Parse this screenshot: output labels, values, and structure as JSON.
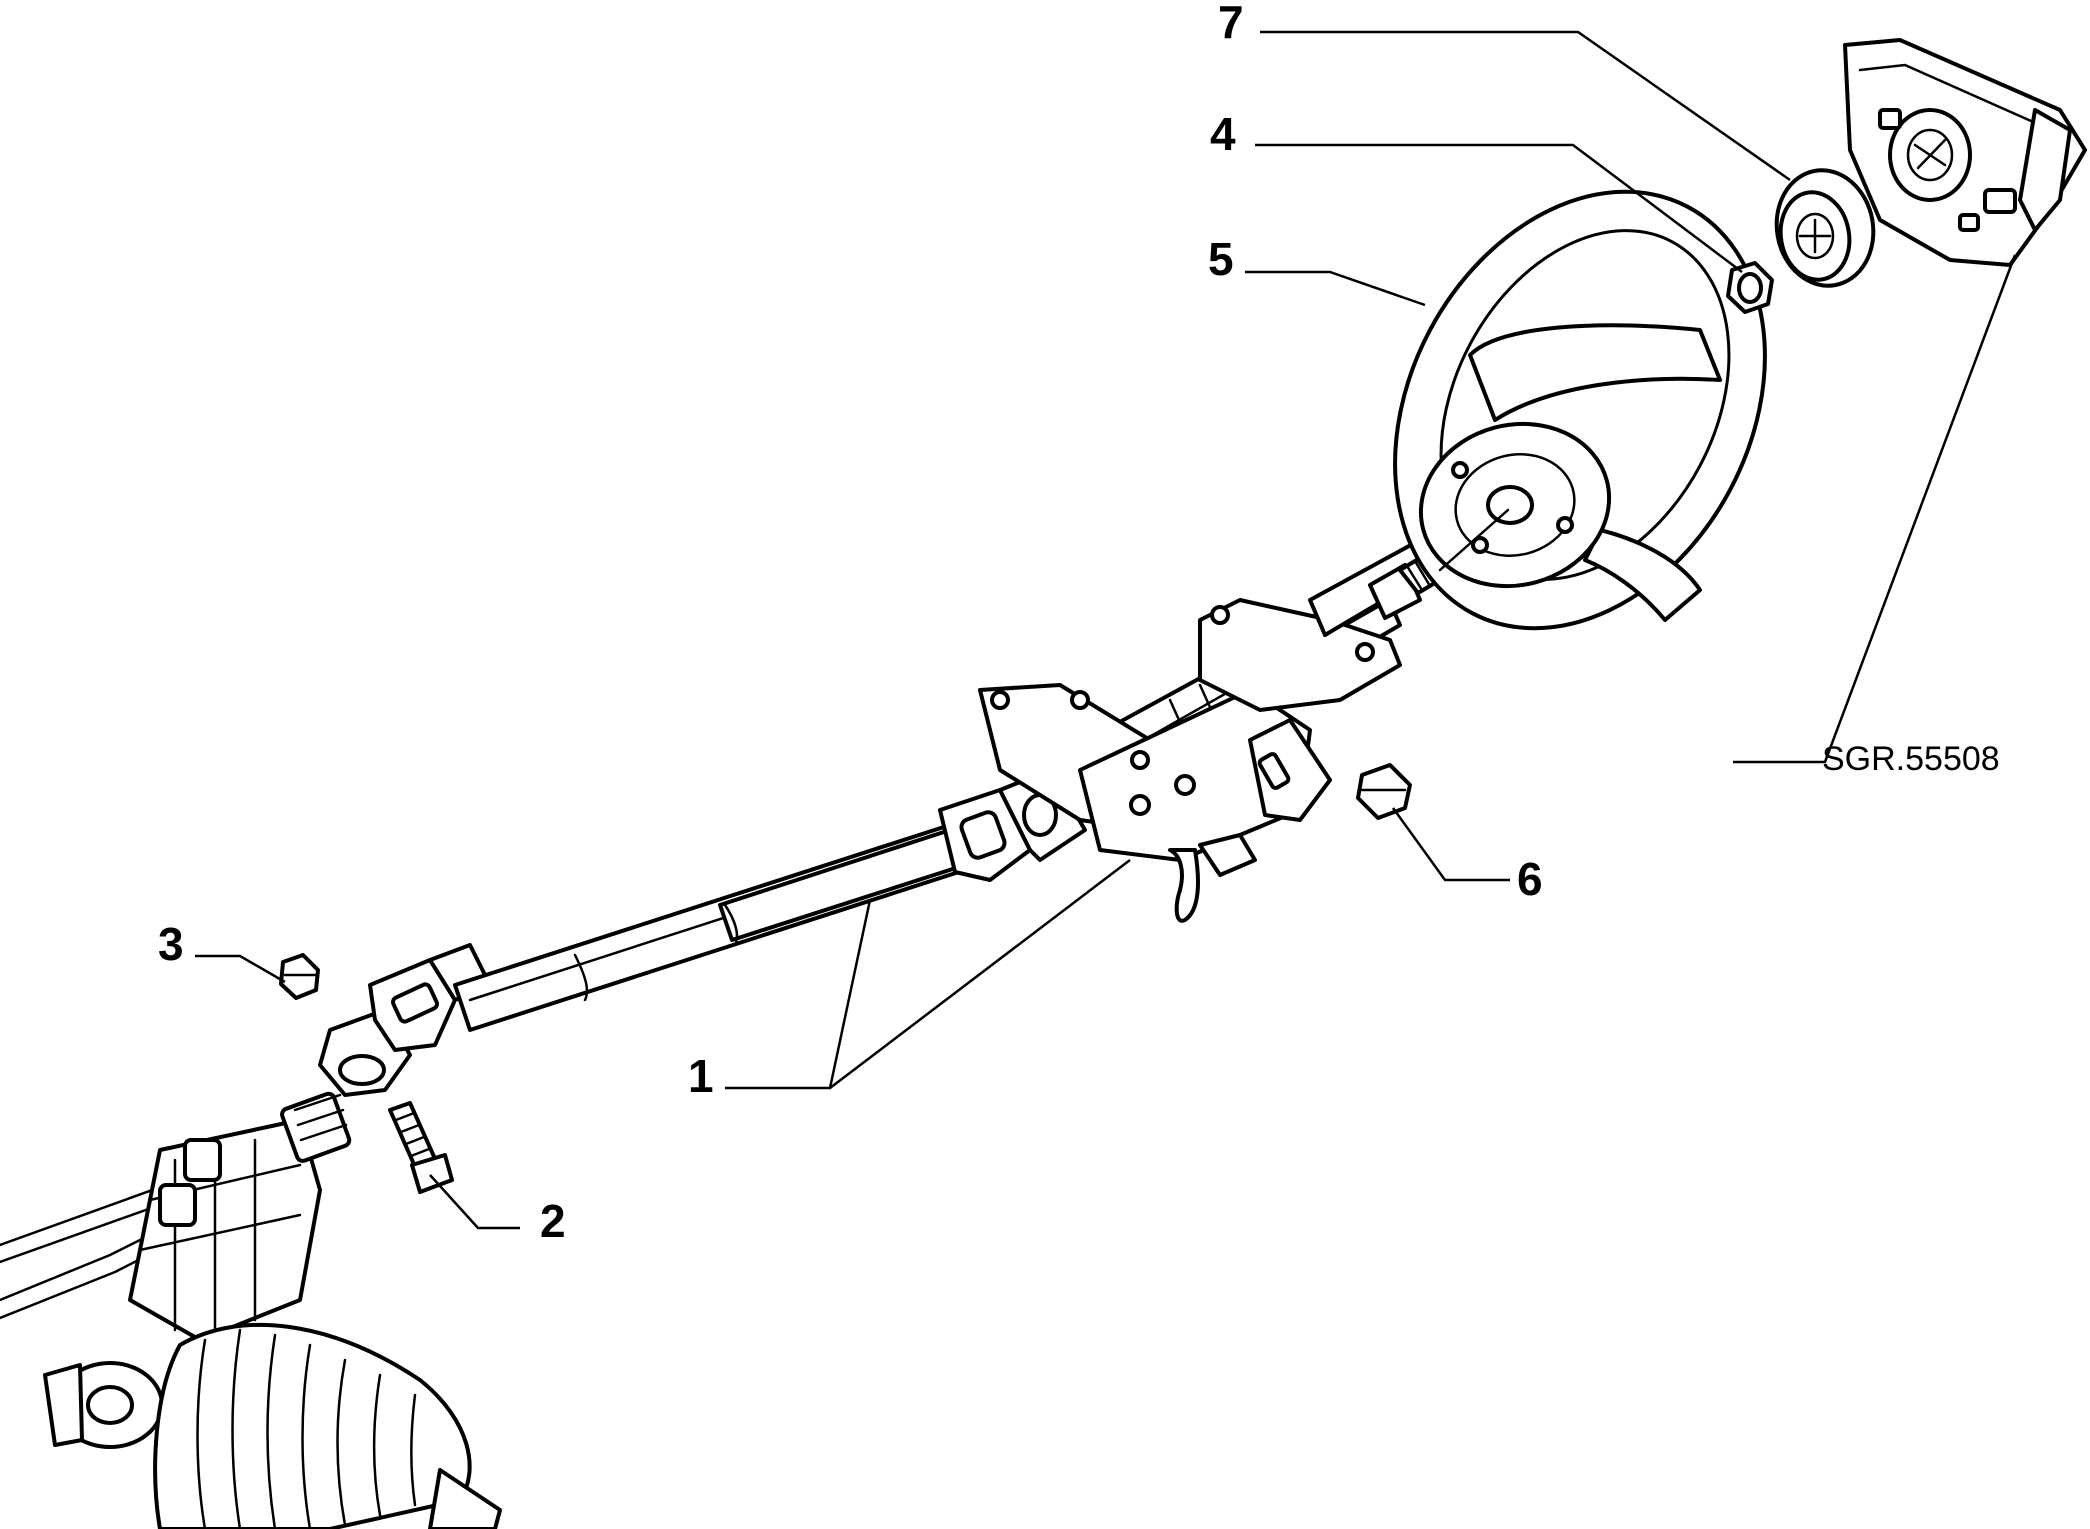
{
  "diagram": {
    "reference_code": "SGR.55508",
    "callouts": [
      {
        "id": "1",
        "label": "1"
      },
      {
        "id": "2",
        "label": "2"
      },
      {
        "id": "3",
        "label": "3"
      },
      {
        "id": "4",
        "label": "4"
      },
      {
        "id": "5",
        "label": "5"
      },
      {
        "id": "6",
        "label": "6"
      },
      {
        "id": "7",
        "label": "7"
      }
    ]
  },
  "colors": {
    "line": "#000000",
    "background": "#ffffff"
  }
}
